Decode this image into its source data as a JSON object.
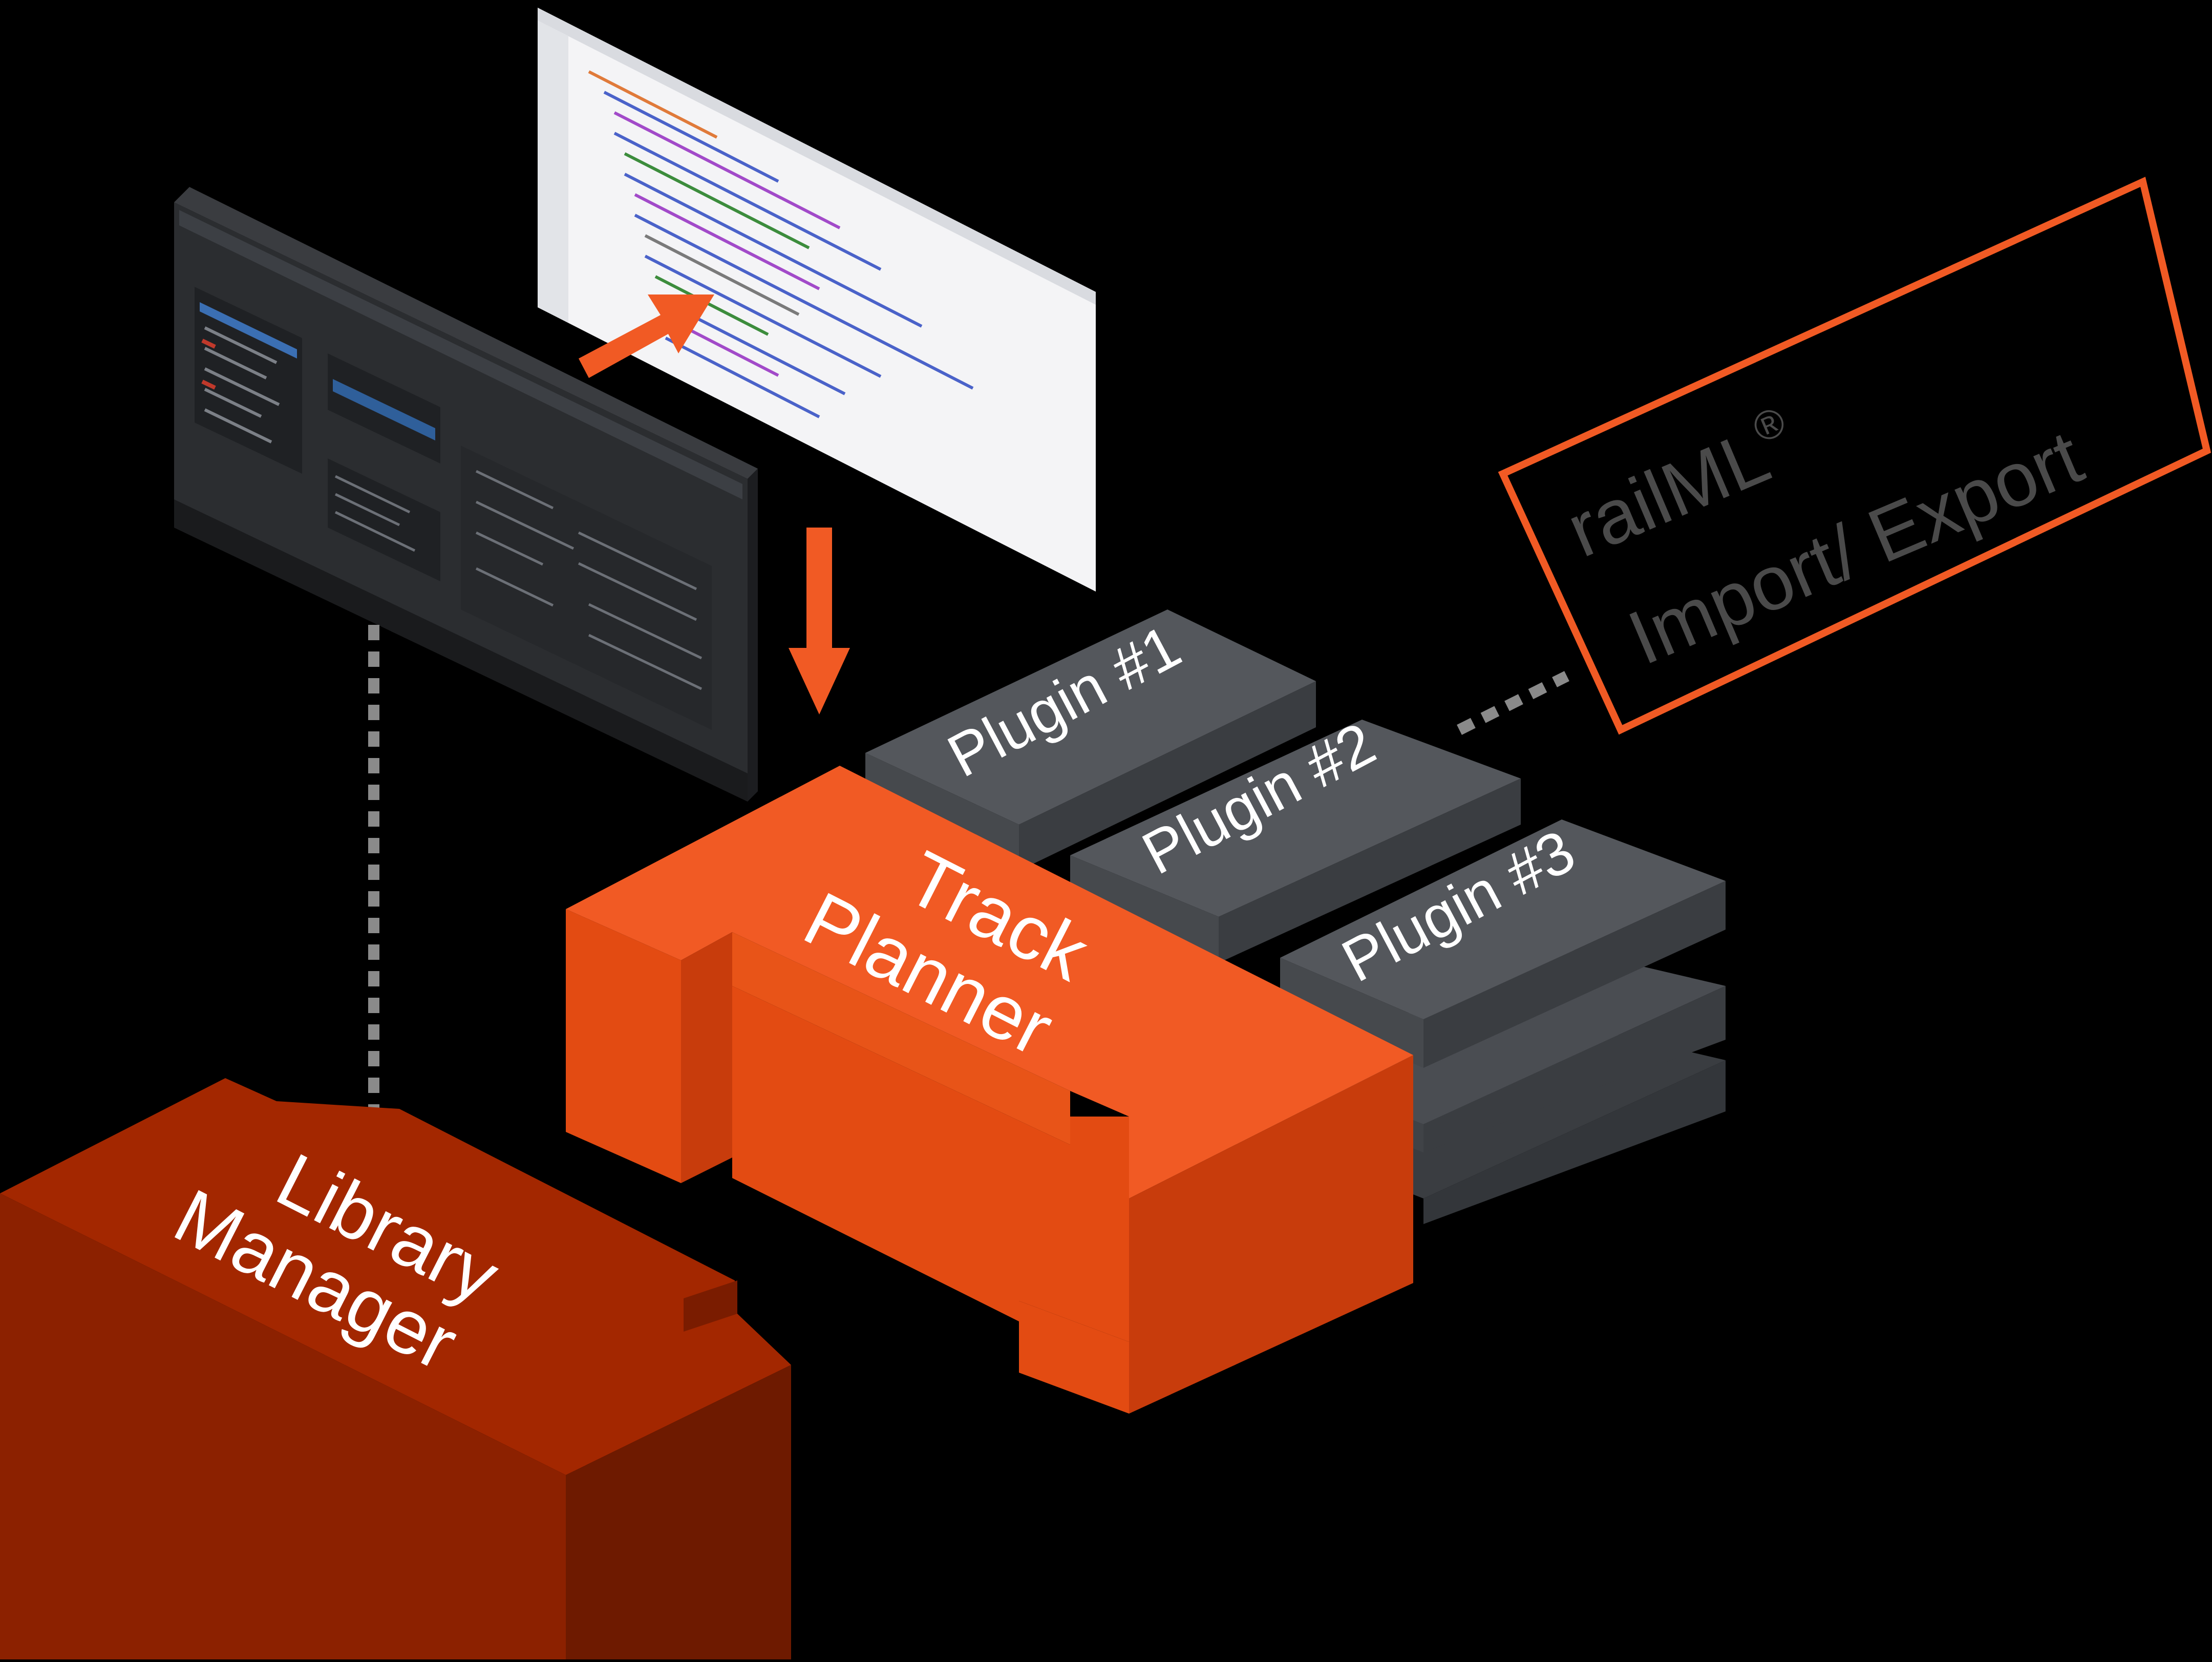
{
  "colors": {
    "background": "#000000",
    "track_planner_top": "#f15a24",
    "track_planner_front": "#e34b12",
    "track_planner_side": "#c83c0c",
    "library_manager_top": "#a32700",
    "library_manager_front": "#8c2100",
    "library_manager_side": "#6e1a00",
    "plugin_top": "#54575c",
    "plugin_side": "#3e4145",
    "plugin_front": "#46494d",
    "accent_orange": "#f15a24",
    "connector_gray": "#8a8a8a"
  },
  "blocks": {
    "track_planner": {
      "line1": "Track",
      "line2": "Planner"
    },
    "library_manager": {
      "line1": "Library",
      "line2": "Manager"
    }
  },
  "plugins": [
    {
      "label": "Plugin #1"
    },
    {
      "label": "Plugin #2"
    },
    {
      "label": "Plugin #3"
    }
  ],
  "railml": {
    "line1": "railML",
    "trademark": "®",
    "line2": "Import/ Export"
  },
  "icons": {
    "desktop_window": "app-window-screenshot",
    "xml_document": "xml-document-screenshot",
    "arrow_to_document": "arrow-up-right-icon",
    "arrow_to_planner": "arrow-down-icon"
  }
}
